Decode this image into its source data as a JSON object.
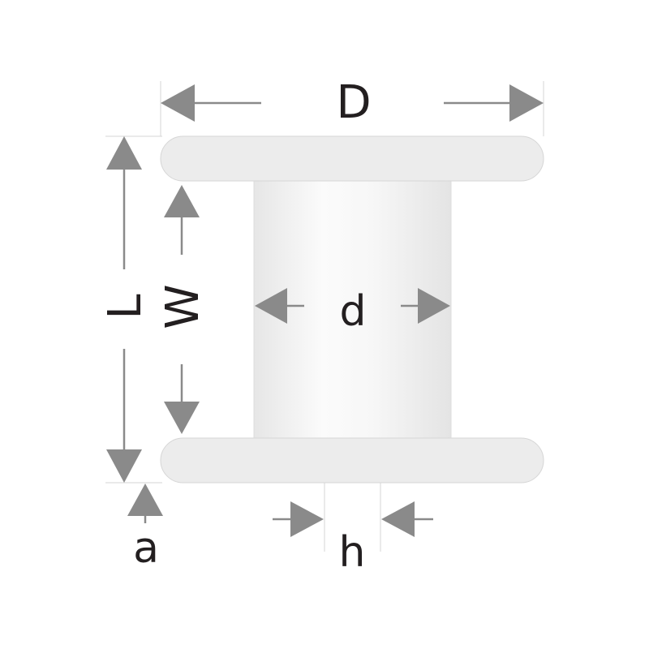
{
  "labels": {
    "D": "D",
    "L": "L",
    "W": "W",
    "d": "d",
    "a": "a",
    "h": "h"
  },
  "colors": {
    "background": "#ffffff",
    "arrow": "#8a8a8a",
    "flange": "#ececec",
    "outline": "#d6d6d6",
    "text": "#231f20"
  }
}
